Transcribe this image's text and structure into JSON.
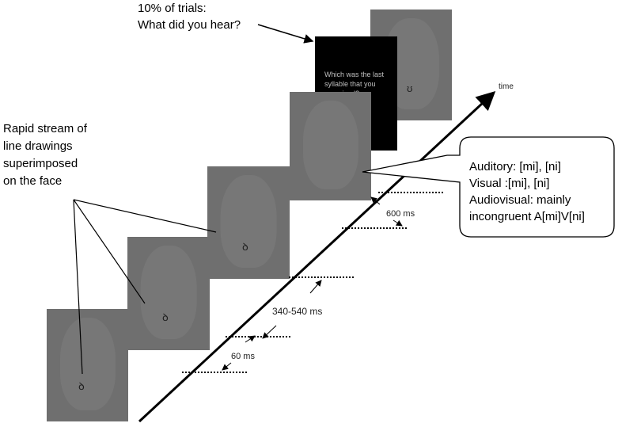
{
  "annotations": {
    "question_trials": "10% of trials:\nWhat did you hear?",
    "stream": "Rapid stream of\nline drawings\nsuperimposed\non the face",
    "time": "time",
    "conditions": "Auditory: [mi], [ni]\nVisual :[mi], [ni]\nAudiovisual: mainly\nincongruent A[mi]V[ni]"
  },
  "durations": {
    "d600": "600 ms",
    "d340": "340-540 ms",
    "d60": "60 ms"
  },
  "prompt_text": "Which was the last\nsyllable that you\nperceived?",
  "colors": {
    "frame": "#6f6f6f",
    "prompt_bg": "#000000"
  }
}
